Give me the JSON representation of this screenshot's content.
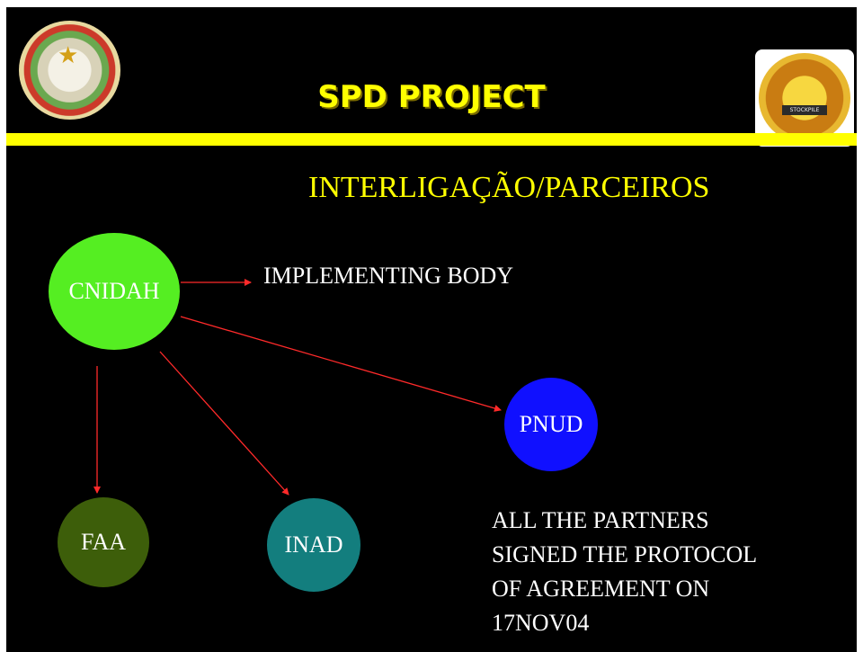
{
  "title": "SPD PROJECT",
  "subtitle": "INTERLIGAÇÃO/PARCEIROS",
  "emblems": {
    "left": "angola-coat-of-arms-icon",
    "right": "stockpile-emblem-icon",
    "right_label": "STOCKPILE"
  },
  "nodes": {
    "cnidah": "CNIDAH",
    "pnud": "PNUD",
    "faa": "FAA",
    "inad": "INAD"
  },
  "implementing_body": "IMPLEMENTING BODY",
  "note_lines": [
    "ALL THE PARTNERS",
    "SIGNED THE PROTOCOL",
    "OF AGREEMENT ON",
    "17NOV04"
  ],
  "colors": {
    "background": "#000000",
    "accent": "#ffff00",
    "arrow": "#ff2a2a",
    "cnidah": "#55ee22",
    "pnud": "#1010ff",
    "faa": "#3d5e0a",
    "inad": "#137e7e"
  },
  "edges": [
    {
      "from": "CNIDAH",
      "to": "IMPLEMENTING BODY"
    },
    {
      "from": "CNIDAH",
      "to": "PNUD"
    },
    {
      "from": "CNIDAH",
      "to": "FAA"
    },
    {
      "from": "CNIDAH",
      "to": "INAD"
    }
  ]
}
